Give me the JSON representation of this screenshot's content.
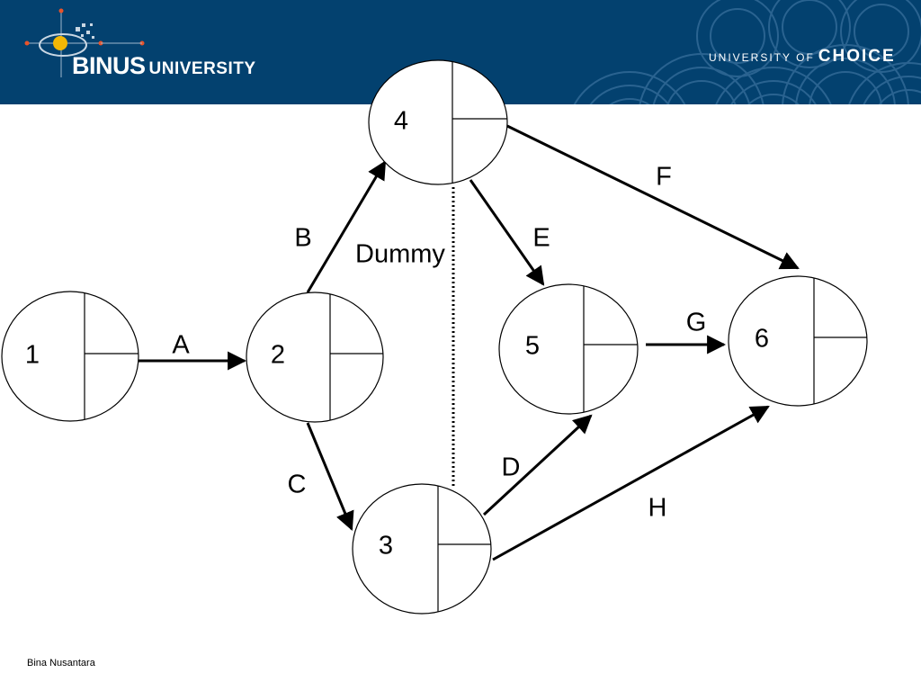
{
  "header": {
    "logo_word": "BINUS",
    "logo_word_suffix": "UNIVERSITY",
    "tagline_prefix": "UNIVERSITY OF",
    "tagline_emphasis": "CHOICE",
    "background_color": "#03416F"
  },
  "diagram": {
    "nodes": [
      {
        "id": "1",
        "label": "1"
      },
      {
        "id": "2",
        "label": "2"
      },
      {
        "id": "3",
        "label": "3"
      },
      {
        "id": "4",
        "label": "4"
      },
      {
        "id": "5",
        "label": "5"
      },
      {
        "id": "6",
        "label": "6"
      }
    ],
    "edges": [
      {
        "from": "1",
        "to": "2",
        "label": "A",
        "style": "solid"
      },
      {
        "from": "2",
        "to": "4",
        "label": "B",
        "style": "solid"
      },
      {
        "from": "2",
        "to": "3",
        "label": "C",
        "style": "solid"
      },
      {
        "from": "3",
        "to": "5",
        "label": "D",
        "style": "solid"
      },
      {
        "from": "4",
        "to": "5",
        "label": "E",
        "style": "solid"
      },
      {
        "from": "4",
        "to": "6",
        "label": "F",
        "style": "solid"
      },
      {
        "from": "5",
        "to": "6",
        "label": "G",
        "style": "solid"
      },
      {
        "from": "3",
        "to": "6",
        "label": "H",
        "style": "solid"
      },
      {
        "from": "3",
        "to": "4",
        "label": "Dummy",
        "style": "dotted"
      }
    ]
  },
  "footer": {
    "text": "Bina Nusantara"
  }
}
